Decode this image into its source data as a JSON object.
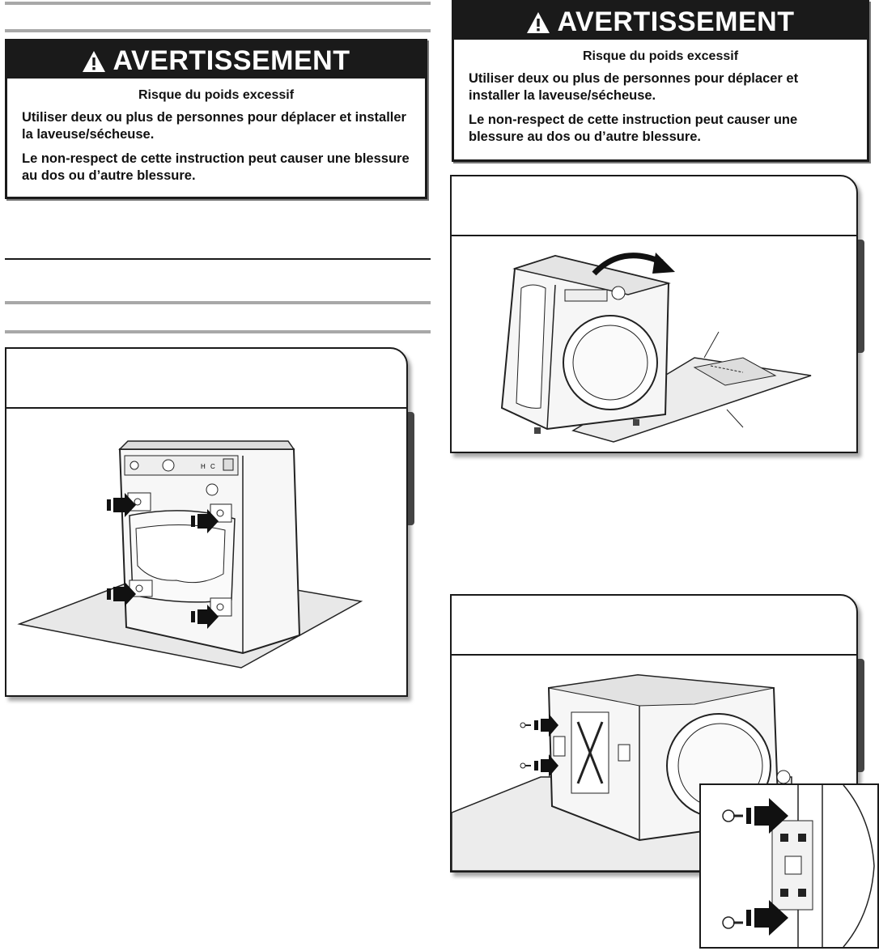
{
  "warnings": [
    {
      "title": "AVERTISSEMENT",
      "subtitle": "Risque du poids excessif",
      "line1": "Utiliser deux ou plus de personnes pour déplacer et installer la laveuse/sécheuse.",
      "line2": "Le non-respect de cette instruction peut causer une blessure au dos ou d’autre blessure."
    },
    {
      "title": "AVERTISSEMENT",
      "subtitle": "Risque du poids excessif",
      "line1": "Utiliser deux ou plus de personnes pour déplacer et installer la laveuse/sécheuse.",
      "line2": "Le non-respect de cette instruction peut causer une blessure au dos ou d’autre blessure."
    }
  ],
  "illustrations": {
    "rear_panel_labels": [
      "H",
      "C"
    ],
    "icons": [
      "warning-triangle-icon",
      "insertion-arrow-icon",
      "rotation-arrow-icon",
      "screw-icon"
    ]
  }
}
